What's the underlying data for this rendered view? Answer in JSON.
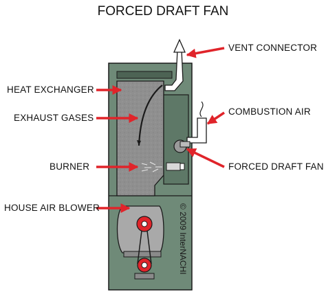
{
  "title": "FORCED DRAFT FAN",
  "labels": {
    "vent_connector": "VENT CONNECTOR",
    "heat_exchanger": "HEAT EXCHANGER",
    "exhaust_gases": "EXHAUST GASES",
    "combustion_air": "COMBUSTION AIR",
    "burner": "BURNER",
    "forced_draft_fan": "FORCED DRAFT FAN",
    "house_air_blower": "HOUSE AIR BLOWER"
  },
  "copyright": "© 2009 InterNACHI",
  "colors": {
    "cabinet": "#6f8a78",
    "cabinet_dark": "#4d6354",
    "heat_exchanger": "#8f8f8f",
    "blower_housing": "#a9a9a9",
    "arrow": "#e0242a",
    "outline": "#1a1a1a"
  }
}
